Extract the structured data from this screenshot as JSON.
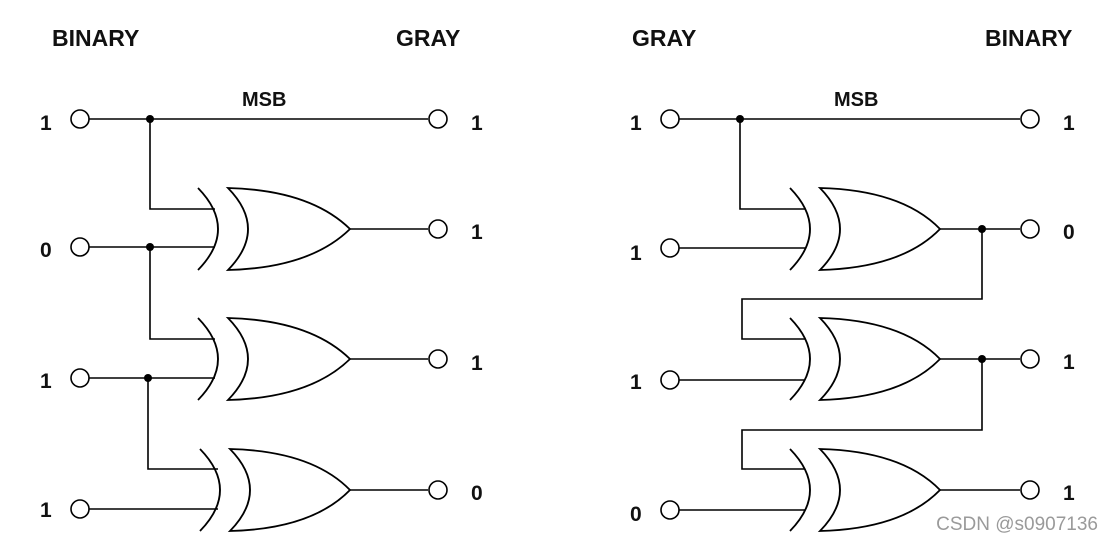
{
  "left_circuit": {
    "header_left": "BINARY",
    "header_right": "GRAY",
    "msb_label": "MSB",
    "inputs": [
      "1",
      "0",
      "1",
      "1"
    ],
    "outputs": [
      "1",
      "1",
      "1",
      "0"
    ]
  },
  "right_circuit": {
    "header_left": "GRAY",
    "header_right": "BINARY",
    "msb_label": "MSB",
    "inputs": [
      "1",
      "1",
      "1",
      "0"
    ],
    "outputs": [
      "1",
      "0",
      "1",
      "1"
    ]
  },
  "watermark": "CSDN @s0907136"
}
